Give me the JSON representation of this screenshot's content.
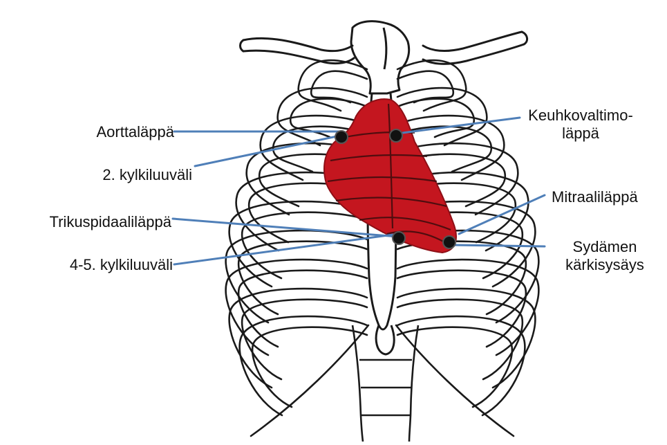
{
  "colors": {
    "heart": "#c4161f",
    "heart_dark": "#8e0f16",
    "bone_line": "#1a1a1a",
    "leader": "#4f7fb8",
    "point": "#111111"
  },
  "labels": {
    "aortic_valve": "Aorttaläppä",
    "second_intercostal": "2. kylkiluuväli",
    "pulmonary_valve_line1": "Keuhkovaltimo-",
    "pulmonary_valve_line2": "läppä",
    "mitral_valve": "Mitraaliläppä",
    "tricuspid_valve": "Trikuspidaaliläppä",
    "fourth_fifth_intercostal": "4-5. kylkiluuväli",
    "apex_beat_line1": "Sydämen",
    "apex_beat_line2": "kärkisysäys"
  }
}
